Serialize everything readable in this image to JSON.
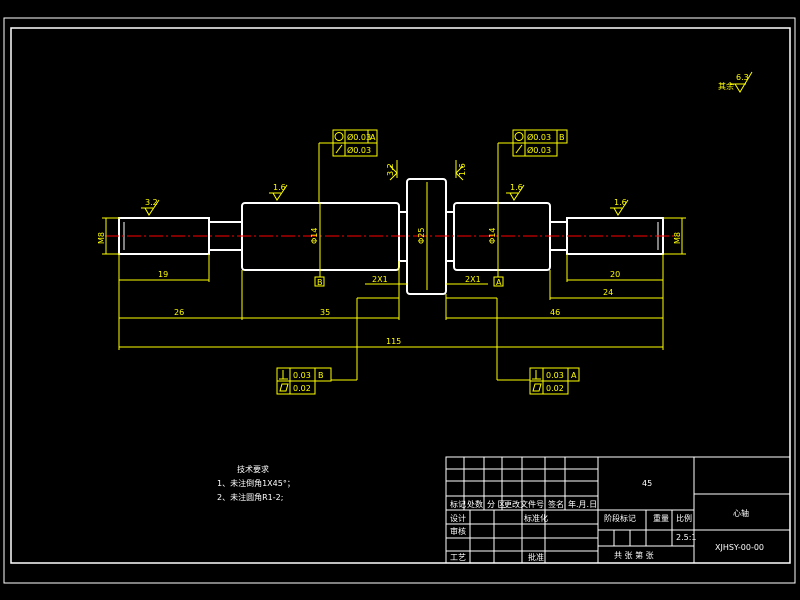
{
  "colors": {
    "background": "#000000",
    "outline": "#ffffff",
    "dimension": "#ffff00",
    "centerline": "#ff0000"
  },
  "labels": {
    "roughness_corner": "其余",
    "roughness_corner_value": "6.3",
    "roughness_value_1": "3.2",
    "roughness_value_2": "1.6",
    "roughness_value_3": "1.6",
    "roughness_value_4": "1.6",
    "roughness_value_5": "3.2",
    "roughness_value_6": "1.6",
    "thread_left": "M8",
    "thread_right": "M8",
    "dia_14_left": "Φ14",
    "dia_25": "Φ25",
    "dia_14_right": "Φ14",
    "groove_left": "2X1",
    "groove_right": "2X1",
    "datum_a": "A",
    "datum_b": "B"
  },
  "dimensions": {
    "d19": "19",
    "d26": "26",
    "d35": "35",
    "d46": "46",
    "d20": "20",
    "d24": "24",
    "d115": "115"
  },
  "tolerances": {
    "top_left": {
      "row1_value": "Ø0.03",
      "row1_datum": "A",
      "row2_value": "Ø0.03"
    },
    "top_right": {
      "row1_value": "Ø0.03",
      "row1_datum": "B",
      "row2_value": "Ø0.03"
    },
    "bottom_left": {
      "row1_value": "0.03",
      "row1_datum": "B",
      "row2_value": "0.02"
    },
    "bottom_right": {
      "row1_value": "0.03",
      "row1_datum": "A",
      "row2_value": "0.02"
    }
  },
  "notes": {
    "title": "技术要求",
    "line1": "1、未注倒角1X45°；",
    "line2": "2、未注圆角R1-2;"
  },
  "title_block": {
    "material": "45",
    "part_name": "心轴",
    "drawing_no": "XJHSY-00-00",
    "row_biaoji": "标记",
    "row_chushu": "处数",
    "row_fenqu": "分 区",
    "row_gengai": "更改文件号",
    "row_qianming": "签名",
    "row_date": "年.月.日",
    "row_sheji": "设计",
    "row_biaozhunhua": "标准化",
    "row_shenhe": "审核",
    "row_gongyi": "工艺",
    "row_pizhun": "批准",
    "stage_label": "阶段标记",
    "weight_label": "重量",
    "scale_label": "比例",
    "scale_value": "2.5:1",
    "sheet_label": "共  张  第  张"
  }
}
